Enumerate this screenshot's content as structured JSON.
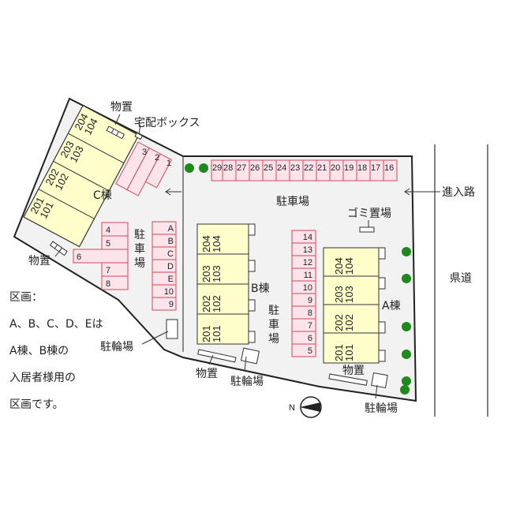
{
  "colors": {
    "site_fill": "#f2f2f2",
    "building_fill": "#ffffcc",
    "parking_fill": "#fde3ea",
    "parking_stroke": "#d04a5a",
    "tree": "#1e8a1e",
    "line": "#222222"
  },
  "labels": {
    "storage_c": "物置",
    "delivery_box": "宅配ボックス",
    "storage_left": "物置",
    "building_c": "C棟",
    "building_b": "B棟",
    "building_a": "A棟",
    "parking_main": "駐車場",
    "parking_left_1": "駐",
    "parking_left_2": "車",
    "parking_left_3": "場",
    "parking_mid_1": "駐",
    "parking_mid_2": "車",
    "parking_mid_3": "場",
    "garbage": "ゴミ置場",
    "entrance": "進入路",
    "road": "県道",
    "bike_left": "駐輪場",
    "bike_b": "駐輪場",
    "bike_a": "駐輪場",
    "storage_b": "物置",
    "storage_a": "物置",
    "compass": "N"
  },
  "notes": [
    "区画：",
    "A、B、C、D、Eは",
    "A棟、B棟の",
    "入居者様用の",
    "区画です。"
  ],
  "building_c_units": [
    {
      "upper": "201",
      "lower": "101"
    },
    {
      "upper": "202",
      "lower": "102"
    },
    {
      "upper": "203",
      "lower": "103"
    },
    {
      "upper": "204",
      "lower": "104"
    }
  ],
  "building_b_units": [
    {
      "upper": "204",
      "lower": "104"
    },
    {
      "upper": "203",
      "lower": "103"
    },
    {
      "upper": "202",
      "lower": "102"
    },
    {
      "upper": "201",
      "lower": "101"
    }
  ],
  "building_a_units": [
    {
      "upper": "204",
      "lower": "104"
    },
    {
      "upper": "203",
      "lower": "103"
    },
    {
      "upper": "202",
      "lower": "102"
    },
    {
      "upper": "201",
      "lower": "101"
    }
  ],
  "parking_top": [
    "29",
    "28",
    "27",
    "26",
    "25",
    "24",
    "23",
    "22",
    "21",
    "20",
    "19",
    "18",
    "17",
    "16"
  ],
  "parking_c_angled": [
    "3",
    "2",
    "1"
  ],
  "parking_left_col1": [
    "4",
    "5",
    "6",
    "7",
    "8"
  ],
  "parking_left_col2": [
    "A",
    "B",
    "C",
    "D",
    "E",
    "10",
    "9"
  ],
  "parking_mid": [
    "14",
    "13",
    "12",
    "11",
    "10",
    "9",
    "8",
    "7",
    "6",
    "5"
  ]
}
